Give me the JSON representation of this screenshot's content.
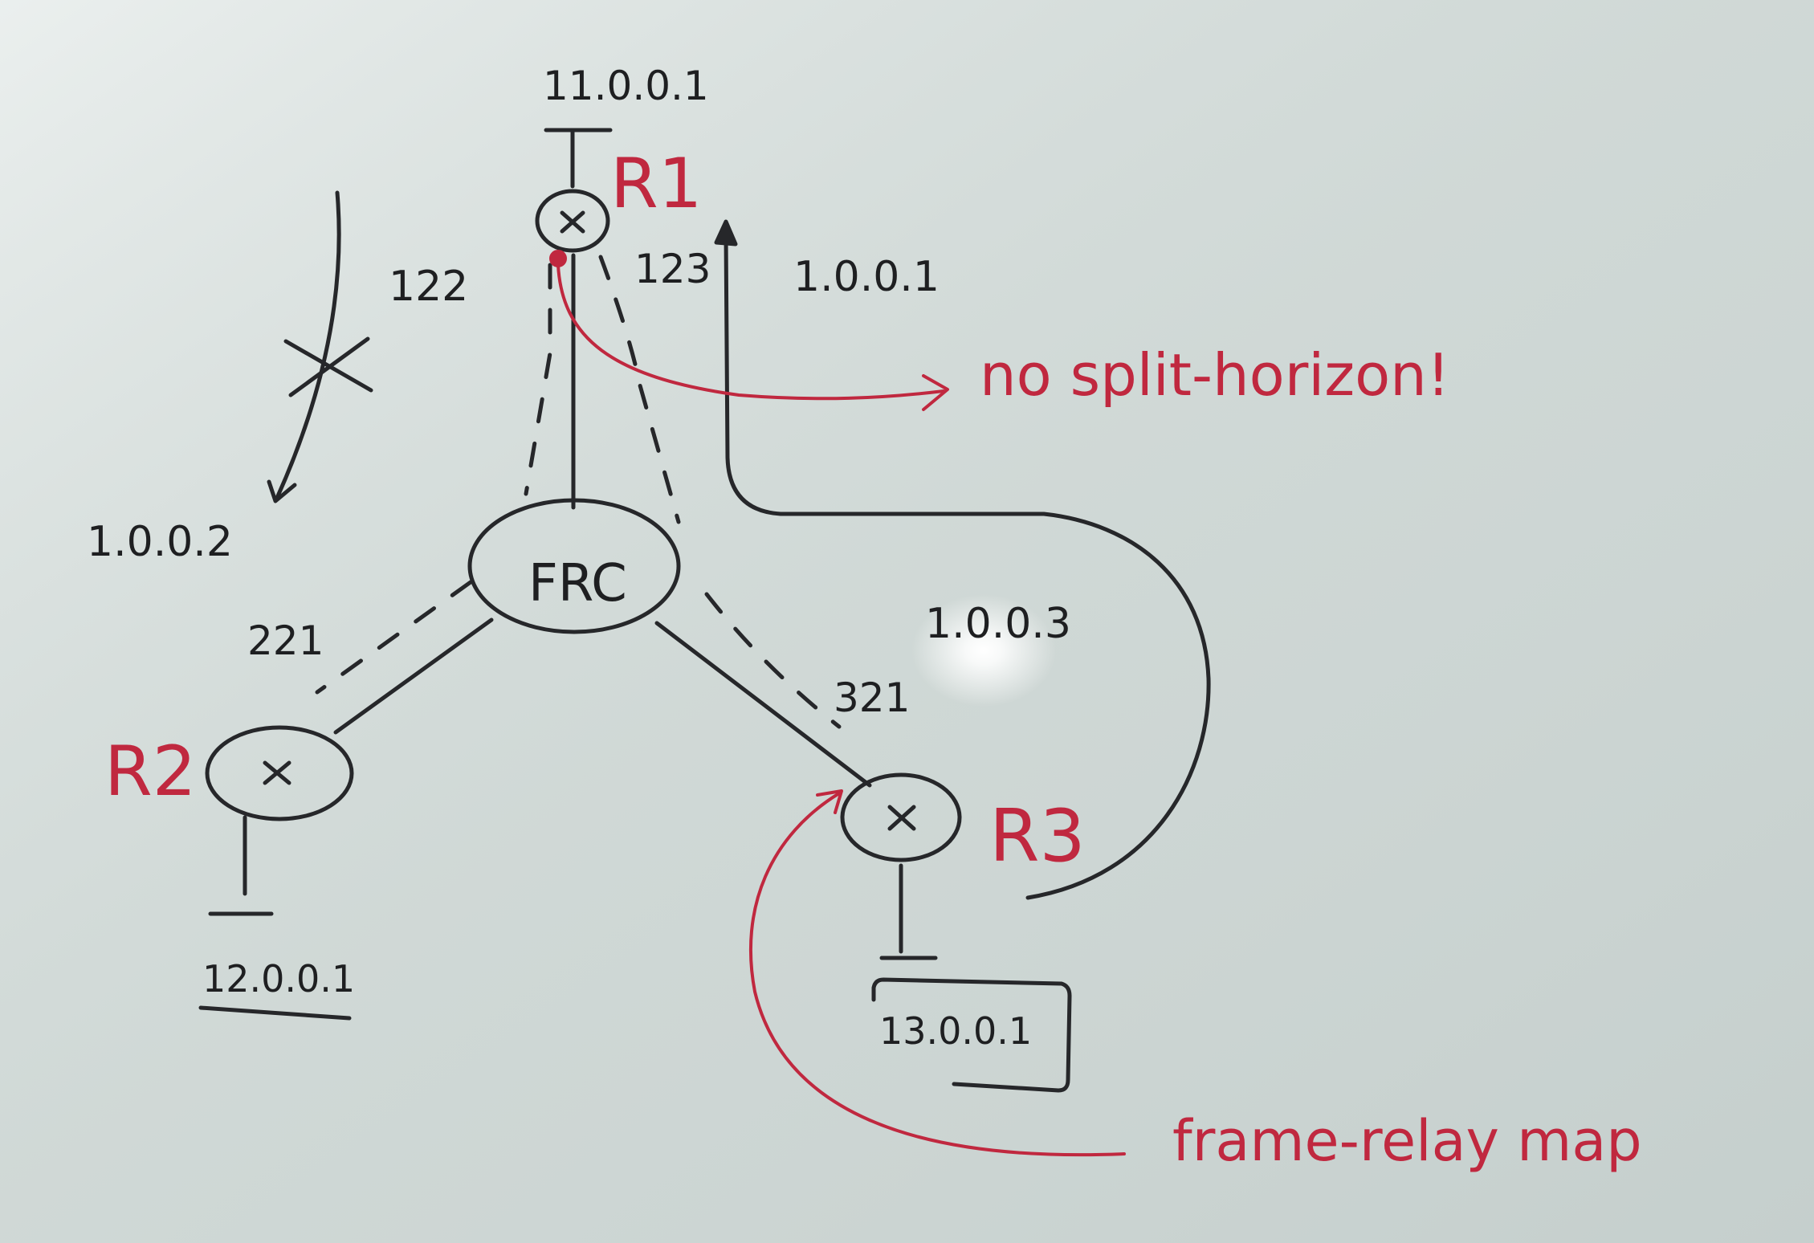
{
  "diagram": {
    "routers": {
      "r1": {
        "label": "R1",
        "lan": "11.0.0.1"
      },
      "r2": {
        "label": "R2",
        "lan": "12.0.0.1"
      },
      "r3": {
        "label": "R3",
        "lan": "13.0.0.1"
      }
    },
    "cloud": {
      "label": "FRC"
    },
    "dlci": {
      "r1_to_r2": "122",
      "r1_to_r3": "123",
      "r2_to_r1": "221",
      "r3_to_r1": "321"
    },
    "ips": {
      "r1": "1.0.0.1",
      "r2": "1.0.0.2",
      "r3": "1.0.0.3"
    },
    "notes": {
      "split_horizon": "no split-horizon!",
      "frame_relay_map": "frame-relay map"
    },
    "colors": {
      "board": "#cdd6d4",
      "black_ink": "#26272a",
      "red_ink": "#c0283f"
    }
  }
}
